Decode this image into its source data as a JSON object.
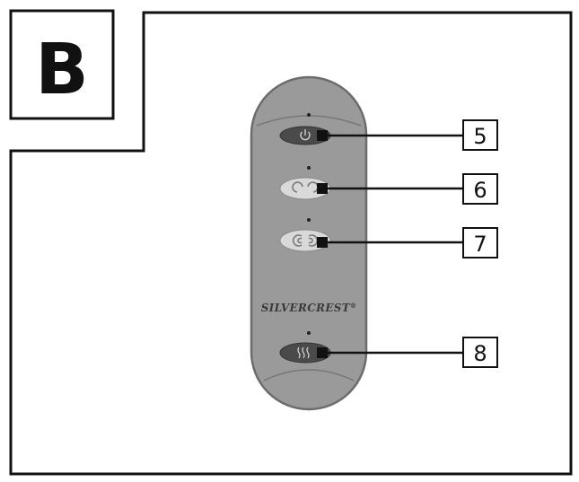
{
  "panel": {
    "letter": "B"
  },
  "remote": {
    "brand": "SILVERCREST",
    "brand_reg": "®",
    "buttons": [
      {
        "id": "power",
        "icon": "power-icon",
        "callout": "5"
      },
      {
        "id": "mode-1",
        "icon": "swirl-pair-icon",
        "callout": "6"
      },
      {
        "id": "mode-2",
        "icon": "spiral-pair-icon",
        "callout": "7"
      },
      {
        "id": "heat",
        "icon": "heat-waves-icon",
        "callout": "8"
      }
    ]
  },
  "colors": {
    "remote_body": "#9a9a9a",
    "remote_outline": "#6c6c6c",
    "button_dark": "#4a4a4a",
    "button_light": "#d9d9d9",
    "line": "#111111"
  }
}
